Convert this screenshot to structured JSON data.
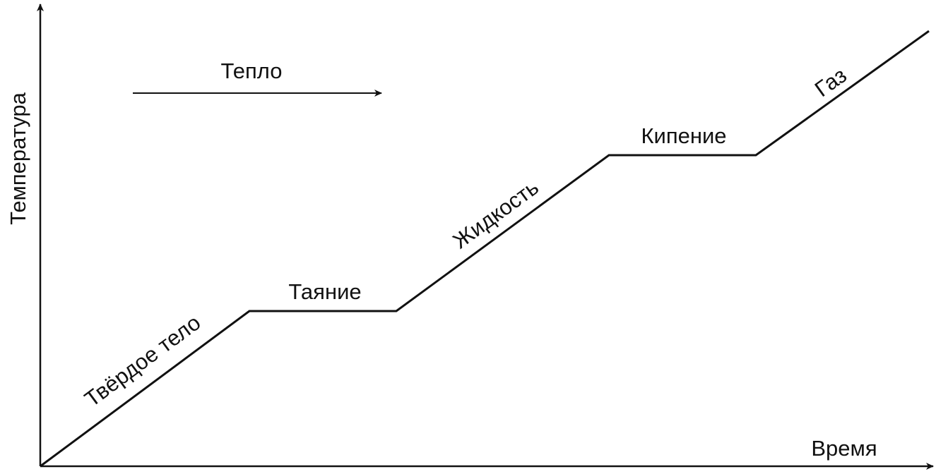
{
  "chart_data": {
    "type": "line",
    "title": "",
    "xlabel": "Время",
    "ylabel": "Температура",
    "xlim": [
      0,
      12.63
    ],
    "ylim": [
      0,
      6.56
    ],
    "grid": false,
    "series": [
      {
        "name": "heating-curve",
        "x": [
          0,
          2.96,
          5.04,
          8.05,
          10.13,
          12.58
        ],
        "y": [
          0,
          2.2,
          2.2,
          4.41,
          4.41,
          6.17
        ]
      }
    ],
    "segment_labels": [
      "Твёрдое тело",
      "Таяние",
      "Жидкость",
      "Кипение",
      "Газ"
    ],
    "annotation": {
      "label": "Тепло",
      "direction": "right"
    },
    "colors": {
      "line": "#111111",
      "axis": "#111111"
    }
  }
}
